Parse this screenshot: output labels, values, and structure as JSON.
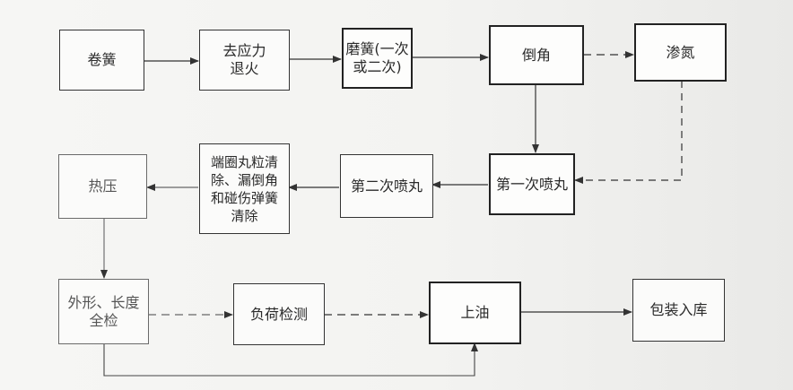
{
  "diagram": {
    "nodes": [
      {
        "id": "coil",
        "label": "卷簧"
      },
      {
        "id": "anneal",
        "label": "去应力\n退火"
      },
      {
        "id": "grind",
        "label": "磨簧(一次\n或二次)"
      },
      {
        "id": "chamfer",
        "label": "倒角"
      },
      {
        "id": "nitride",
        "label": "渗氮"
      },
      {
        "id": "shot1",
        "label": "第一次喷丸"
      },
      {
        "id": "shot2",
        "label": "第二次喷丸"
      },
      {
        "id": "clean",
        "label": "端圈丸粒清\n除、漏倒角\n和碰伤弹簧\n清除"
      },
      {
        "id": "hotpress",
        "label": "热压"
      },
      {
        "id": "inspect",
        "label": "外形、长度\n全检"
      },
      {
        "id": "load",
        "label": "负荷检测"
      },
      {
        "id": "oil",
        "label": "上油"
      },
      {
        "id": "pack",
        "label": "包装入库"
      }
    ],
    "edges": [
      {
        "from": "coil",
        "to": "anneal",
        "style": "solid"
      },
      {
        "from": "anneal",
        "to": "grind",
        "style": "solid"
      },
      {
        "from": "grind",
        "to": "chamfer",
        "style": "solid"
      },
      {
        "from": "chamfer",
        "to": "nitride",
        "style": "dashed"
      },
      {
        "from": "chamfer",
        "to": "shot1",
        "style": "solid"
      },
      {
        "from": "nitride",
        "to": "shot1",
        "style": "dashed"
      },
      {
        "from": "shot1",
        "to": "shot2",
        "style": "solid"
      },
      {
        "from": "shot2",
        "to": "clean",
        "style": "solid"
      },
      {
        "from": "clean",
        "to": "hotpress",
        "style": "solid"
      },
      {
        "from": "hotpress",
        "to": "inspect",
        "style": "solid"
      },
      {
        "from": "inspect",
        "to": "load",
        "style": "dashed"
      },
      {
        "from": "load",
        "to": "oil",
        "style": "dashed"
      },
      {
        "from": "inspect",
        "to": "oil",
        "style": "solid"
      },
      {
        "from": "oil",
        "to": "pack",
        "style": "solid"
      }
    ]
  }
}
